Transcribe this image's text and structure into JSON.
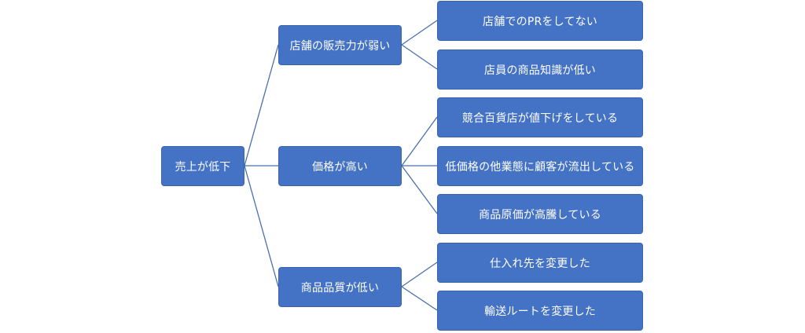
{
  "root": {
    "label": "売上が低下"
  },
  "causes": [
    {
      "label": "店舗の販売力が弱い",
      "details": [
        "店舗でのPRをしてない",
        "店員の商品知識が低い"
      ]
    },
    {
      "label": "価格が高い",
      "details": [
        "競合百貨店が値下げをしている",
        "低価格の他業態に顧客が流出している",
        "商品原価が高騰している"
      ]
    },
    {
      "label": "商品品質が低い",
      "details": [
        "仕入れ先を変更した",
        "輸送ルートを変更した"
      ]
    }
  ],
  "colors": {
    "node_fill": "#4472c4",
    "node_text": "#ffffff",
    "connector": "#4a6fae",
    "background": "#ffffff"
  }
}
